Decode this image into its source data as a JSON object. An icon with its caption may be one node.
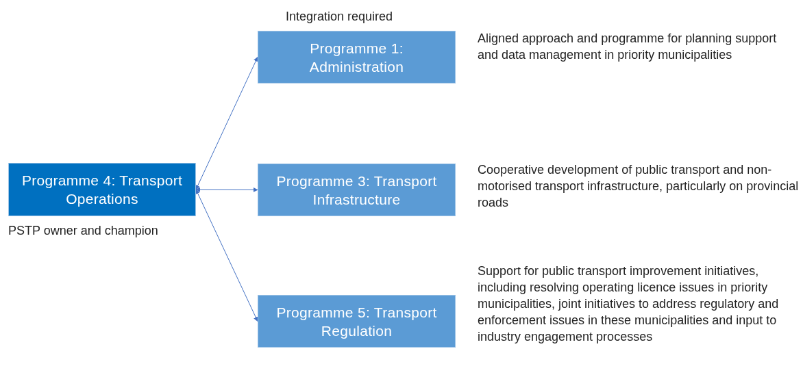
{
  "diagram": {
    "nodes": [
      {
        "text": [
          "Programme 4: Transport Operations"
        ],
        "beside": [
          "PSTP owner and champion"
        ]
      },
      {
        "text": [
          "Programme 1: Administration"
        ],
        "beside": [
          "Aligned approach and programme for planning support and data management in priority municipalities"
        ]
      },
      {
        "text": [
          "Programme 3: Transport Infrastructure"
        ],
        "beside": [
          "Cooperative development of public transport and non-motorised transport infrastructure, particularly on provincial roads"
        ]
      },
      {
        "text": [
          "Programme 5: Transport Regulation"
        ],
        "beside": [
          "Support for public transport improvement initiatives, including resolving operating licence issues in priority municipalities, joint initiatives to address regulatory and enforcement issues in these municipalities and input to industry engagement processes"
        ]
      }
    ],
    "edges": [
      {
        "from": 0,
        "to": 1,
        "arrow": "both"
      },
      {
        "from": 0,
        "to": 2,
        "arrow": "both"
      },
      {
        "from": 0,
        "to": 3,
        "arrow": "both"
      }
    ],
    "labels": [
      "Integration required"
    ]
  }
}
